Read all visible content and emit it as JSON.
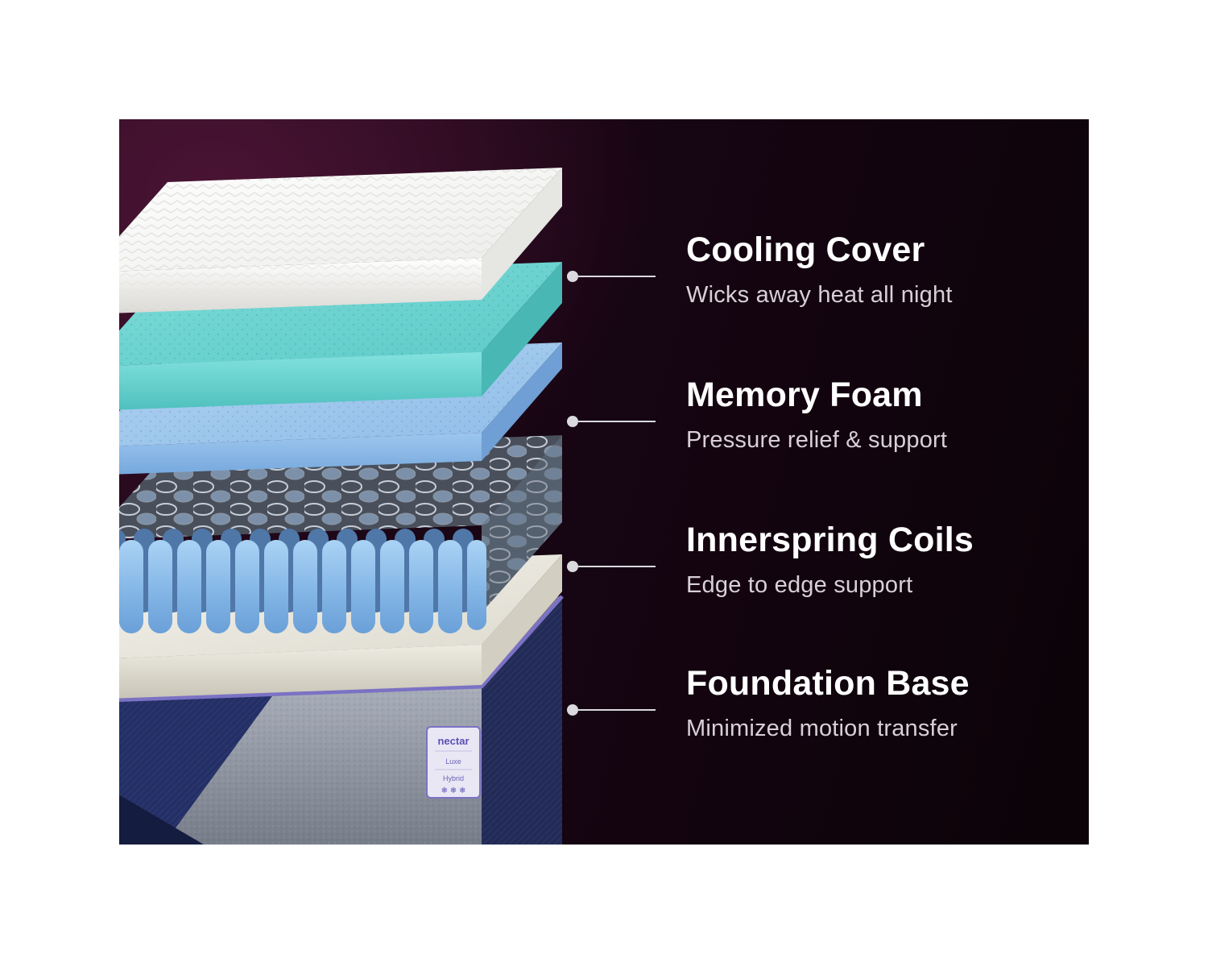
{
  "callouts": [
    {
      "title": "Cooling Cover",
      "description": "Wicks away heat all night"
    },
    {
      "title": "Memory Foam",
      "description": "Pressure relief & support"
    },
    {
      "title": "Innerspring Coils",
      "description": "Edge to edge support"
    },
    {
      "title": "Foundation Base",
      "description": "Minimized motion transfer"
    }
  ],
  "mattress": {
    "tag": {
      "brand": "nectar",
      "model": "Luxe",
      "type": "Hybrid",
      "snowflakes": "❄ ❄ ❄"
    }
  },
  "colors": {
    "cover_white": "#ffffff",
    "memory_foam_teal": "#6fd8d5",
    "transition_foam_blue": "#a5cdf0",
    "coil_blue": "#8fc1ee",
    "foundation_cream": "#efede6",
    "base_navy": "#232f66",
    "base_gray": "#99a0ac",
    "accent_purple": "#7b72c4",
    "connector_gray": "#d9d9de",
    "heading_text": "#ffffff",
    "sub_text": "#d8d0d6"
  }
}
